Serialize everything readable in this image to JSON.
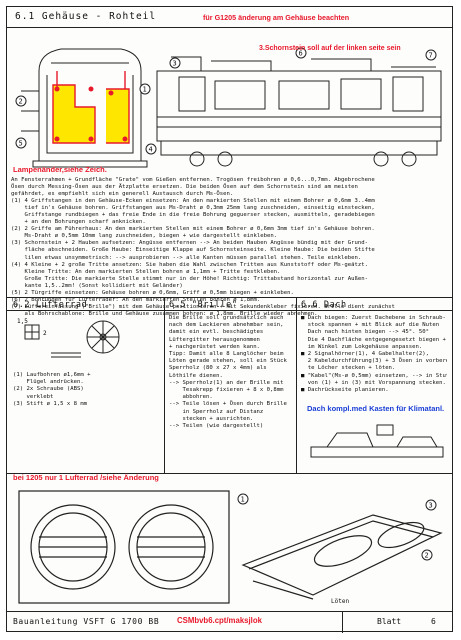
{
  "header": {
    "title": "6.1 Gehäuse - Rohteil",
    "note_red": "für G1205 änderung am Gehäuse beachten"
  },
  "annotations": {
    "chimney_note": "3.Schornstein soll auf der linken seite sein",
    "handrail_note": "Lampenänder,siehe Zeich.",
    "fan_note": "bei 1205 nur 1 Lufterrad /siehe Änderung",
    "roof_note": "Dach kompl.med Kasten für Klimatanl."
  },
  "instructions": "An Fensterrahmen + Grundfläche \"Grate\" vom Gießen entfernen. Trogösen freibohren ø 0,6...0,7mm. Abgebrochene\nÖsen durch Messing-Ösen aus der Ätzplatte ersetzen. Die beiden Ösen auf dem Schornstein sind am meisten\ngefährdet, es empfiehlt sich ein generell Austausch durch Ms-Ösen.\n(1) 4 Griffstangen in den Gehäuse-Ecken einsetzen: An den markierten Stellen mit einem Bohrer ø 0,6mm 3..4mm\n    tief in's Gehäuse bohren. Griffstangen aus Ms-Draht ø 0,3mm 25mm lang zuschneiden, einseitig einstecken,\n    Griffstange rundbiegen + das freie Ende in die freie Bohrung geguerser stecken, ausmitteln, geradebiegen\n    + an den Bohrungen scharf anknicken.\n(2) 2 Griffe am Führerhaus: An den markierten Stellen mit einem Bohrer ø 0,6mm 3mm tief in's Gehäuse bohren.\n    Ms-Draht ø 0,5mm 10mm lang zuschneiden, biegen + wie dargestellt einkleben.\n(3) Schornstein + 2 Hauben aufsetzen: Angüsse entfernen --> An beiden Hauben Angüsse bündig mit der Grund-\n    fläche abschneiden. Große Haube: Einseitige Klappe auf Schornsteinseite. Kleine Haube: Die beiden Stifte\n    lilen etwas unsymmetrisch: --> ausprobieren --> alle Kanten müssen parallel stehen. Teile einkleben.\n(4) 4 Kleine + 2 große Tritte ansetzen: Sie haben die Wahl zwischen Tritten aus Kunststoff oder Ms-geätzt.\n    Kleine Tritte: An den markierten Stellen bohren ø 1,1mm + Tritte festkleben.\n    Große Tritte: Die markierte Stelle stimmt nur in der Höhe! Richtig: Trittabstand horizontal zur Außen-\n    kante 1,5..2mm! (Sonst kollidiert mit Geländer)\n(5) 2 Türgriffe einsetzen: Gehäuse bohren ø 0,6mm, Griff ø 0,5mm biegen + einkleben.\n(6) 2 Bohrungen für Lüfterräder: An den markierten Stellen bohren ø 1,8mm.\n(7) Lüftereinfassung (\"Brille\") mit dem Gehäuse positionieren + mit Sekundenkleber fixieren. Brille dient zunächst\n    als Bohrschablone: Brille und Gehäuse zusammen bohren: ø 1,8mm. Brille wieder abnehmen.",
  "section_62": {
    "title": "6.2 Lüfterrad",
    "label_dim": "1,5",
    "label_dim2": "2",
    "items": "(1) Laufbohren ø1,6mm +\n    Flügel andrücken.\n(2) 2x Schraube (ABS)\n    verklebt\n(3) Stift ø 1,5 x 8 mm"
  },
  "section_65": {
    "title": "6.5 \"Brille\"",
    "text": "Die Brille soll grundsätzlich auch\nnach dem Lackieren abnehmbar sein,\ndamit ein evtl. beschädigtes\nLüftergitter herausgenommen\n+ nachgerüstet werden kann.\nTipp: Damit alle 8 Langlöcher beim\nLöten gerade stehen, soll ein Stück\nSperrholz (80 x 27 x 4mm) als\nLöthilfe dienen.\n--> Sperrholz(1) an der Brille mit\n    Tesakrepp fixieren + 8 x 0,8mm\n    abbohren.\n--> Teile lösen + Ösen durch Brille\n    in Sperrholz auf Distanz\n    stecken + ausrichten.\n--> Teilen (wie dargestellt)"
  },
  "section_66": {
    "title": "6.6 Dach",
    "text": "■ Dach biegen: Zuerst Dachebene in Schraub-\n  stock spannen + mit Blick auf die Nuten\n  Dach nach hinten biegen --> 45°. 50°\n  Die 4 Dachfläche entgegengesetzt biegen +\n  im Winkel zum Lokgehäuse anpassen.\n■ 2 Signalhörner(1), 4 Gabelhalter(2),\n  2 Kabeldurchführung(3) + 3 Ösen in vorbereite-\n  te Löcher stecken + löten.\n■ \"Kabel\"(Ms-ø 0,5mm) einsetzen, --> in Stutzen\n  von (1) + in (3) mit Vorspannung stecken.\n■ Dachrückseite planieren."
  },
  "bottom_drawing": {
    "label_3": "3",
    "label_1": "1",
    "label_2": "2",
    "label_sch": "Löten"
  },
  "footer": {
    "left": "Bauanleitung  VSFT G 1700 BB",
    "red": "CSMbvb6.cpt/maksjlok",
    "blatt": "Blatt",
    "page": "6"
  },
  "colors": {
    "red": "#e8192c",
    "blue": "#1a3fd6",
    "highlight": "#ffe600"
  }
}
